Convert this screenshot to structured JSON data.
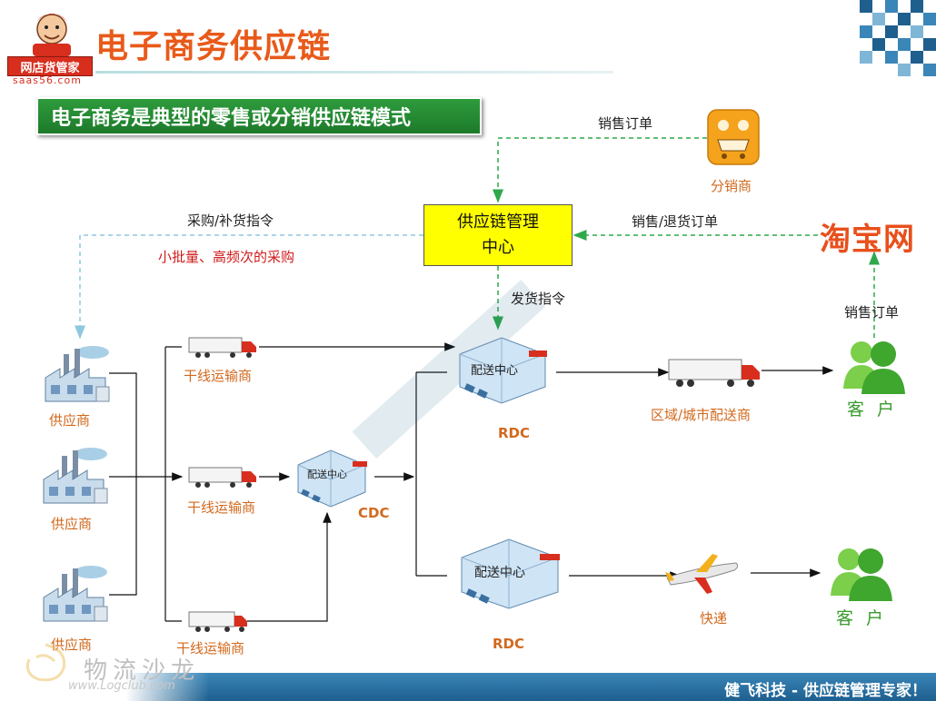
{
  "header": {
    "title": "电子商务供应链",
    "logo_text": "网店货管家",
    "logo_url": "saas56.com"
  },
  "subtitle": "电子商务是典型的零售或分销供应链模式",
  "center": {
    "line1": "供应链管理",
    "line2": "中心"
  },
  "labels": {
    "sales_order_top": "销售订单",
    "distributor": "分销商",
    "sales_return_order": "销售/退货订单",
    "purchase_instruction": "采购/补货指令",
    "small_batch": "小批量、高频次的采购",
    "ship_instruction": "发货指令",
    "sales_order_right": "销售订单",
    "taobao": "淘宝网",
    "supplier_1": "供应商",
    "supplier_2": "供应商",
    "supplier_3": "供应商",
    "carrier_1": "干线运输商",
    "carrier_2": "干线运输商",
    "carrier_3": "干线运输商",
    "cdc": "CDC",
    "rdc_1": "RDC",
    "rdc_2": "RDC",
    "dc_label": "配送中心",
    "regional_delivery": "区域/城市配送商",
    "express": "快递",
    "customer_1": "客户",
    "customer_2": "客户"
  },
  "watermark": {
    "text": "物流沙龙",
    "url": "www.Logclub.com"
  },
  "footer": {
    "text": "健飞科技 - 供应链管理专家！"
  },
  "colors": {
    "title": "#e85a1a",
    "subtitle_bg": "#2e9b3c",
    "center_bg": "#ffff00",
    "dashed_green": "#2ea84a",
    "dashed_blue": "#8ec8e0",
    "footer_bg": "#2a73a6"
  }
}
